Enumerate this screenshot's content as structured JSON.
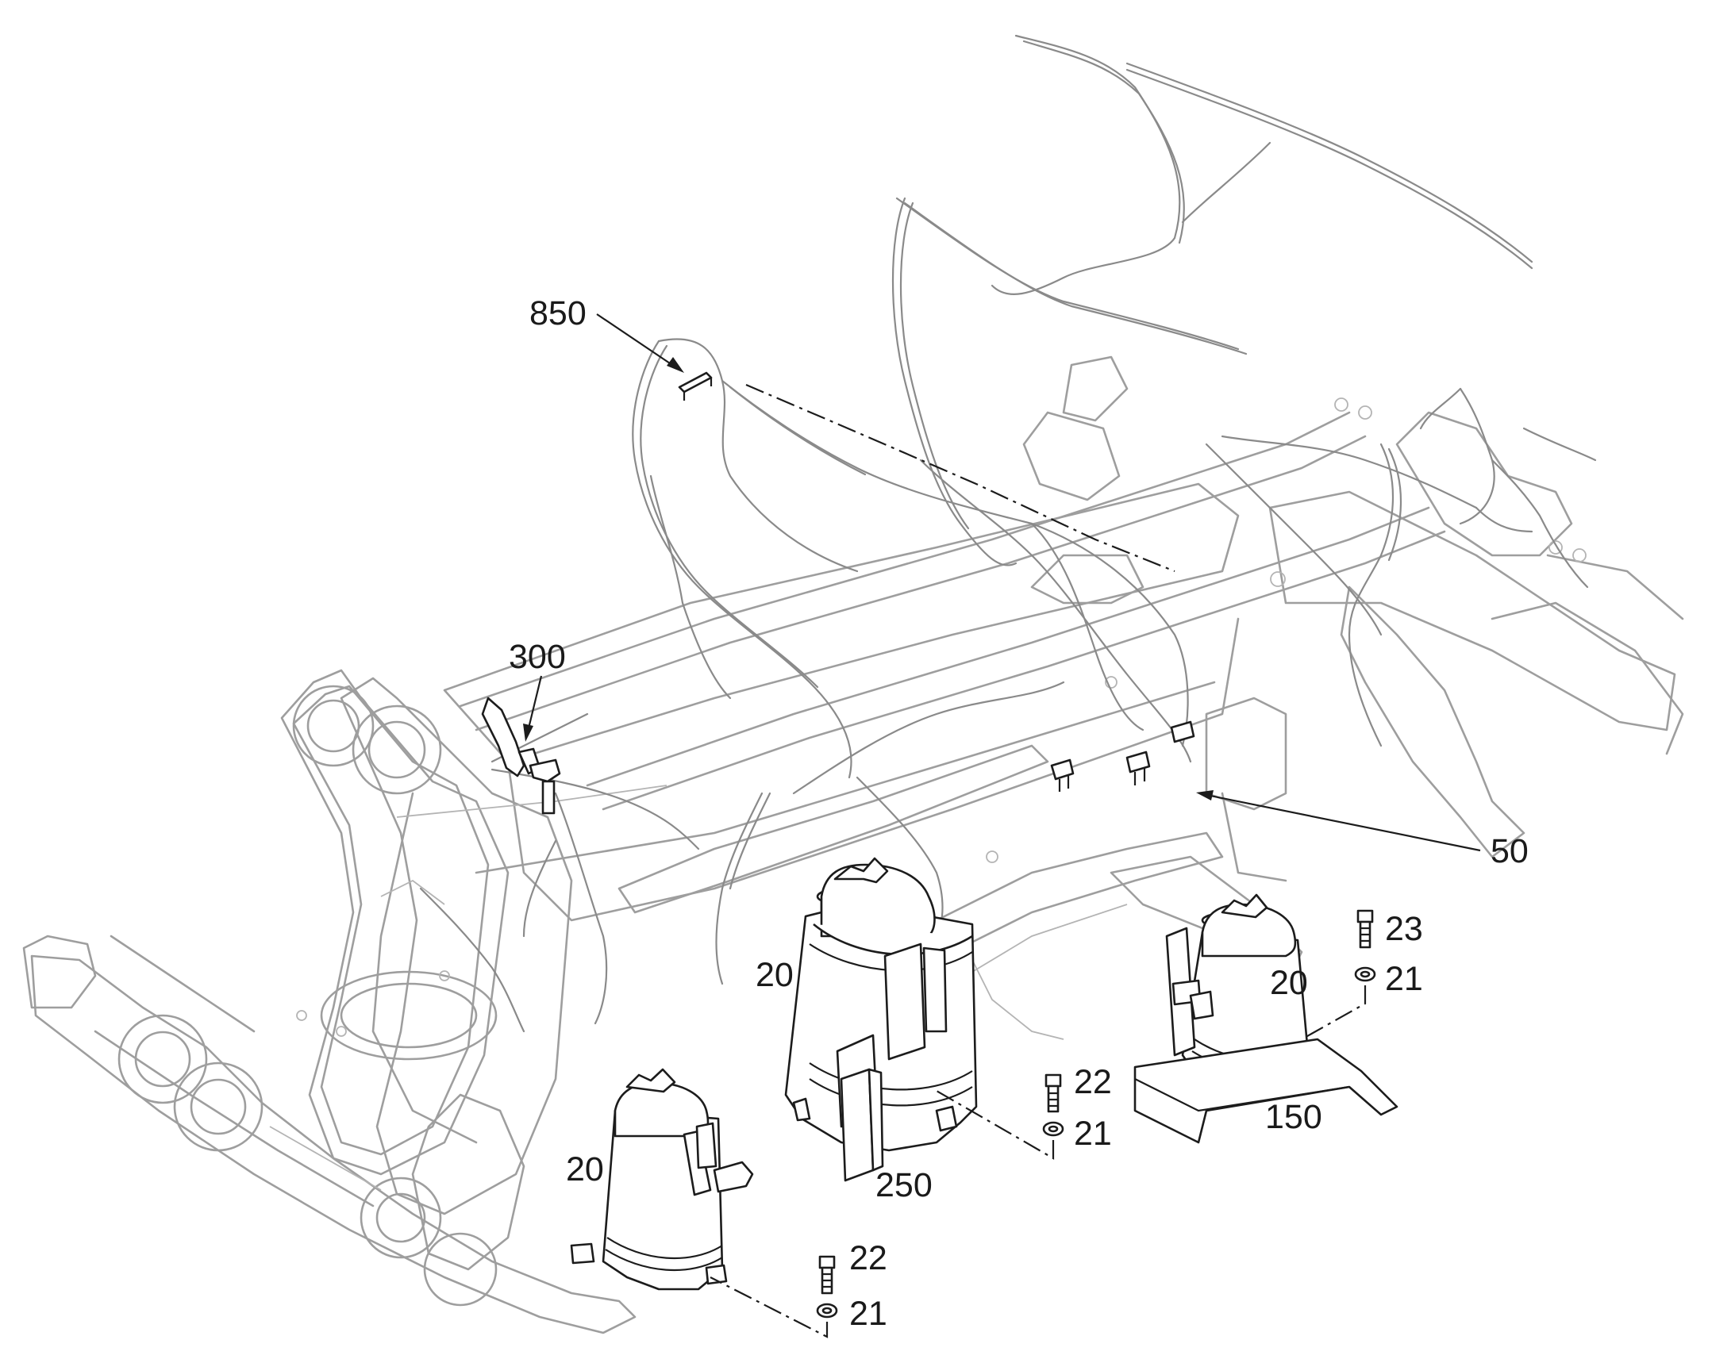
{
  "callouts": {
    "c850": "850",
    "c300": "300",
    "c50": "50",
    "c20_center": "20",
    "c20_right": "20",
    "c20_left": "20",
    "c23": "23",
    "c21_right": "21",
    "c22_mid": "22",
    "c21_mid": "21",
    "c150": "150",
    "c250": "250",
    "c22_bottom": "22",
    "c21_bottom": "21"
  }
}
